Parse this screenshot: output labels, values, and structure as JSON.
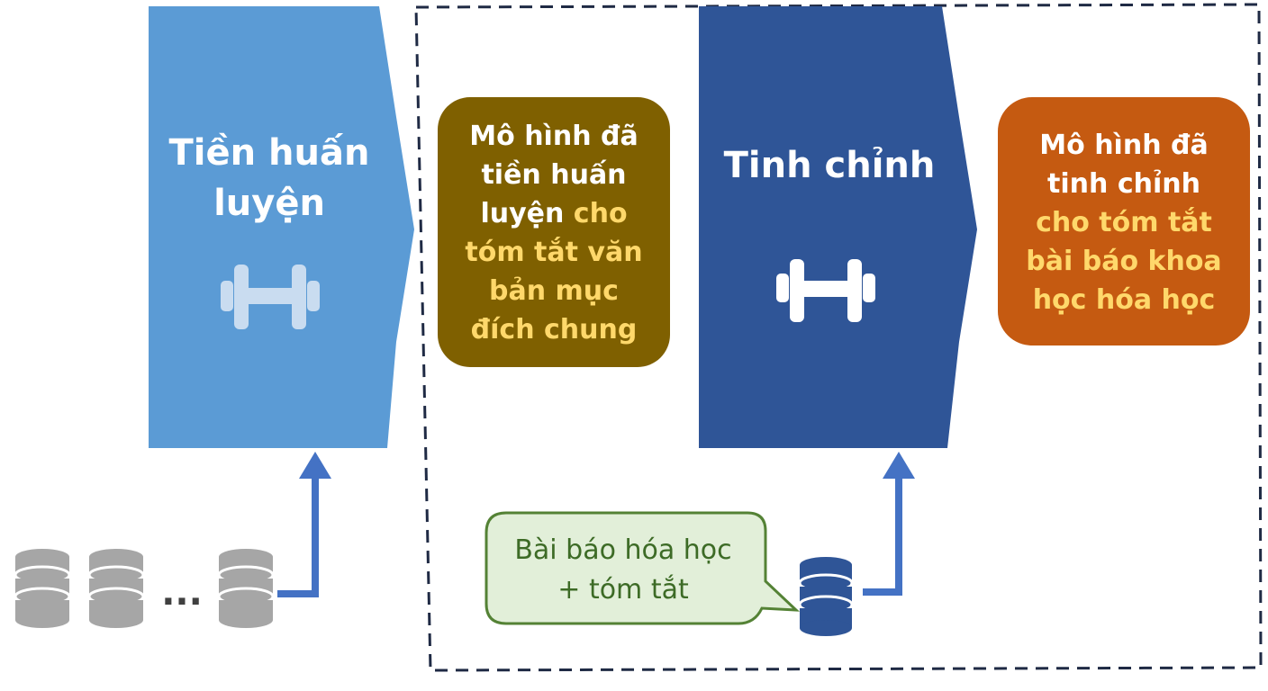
{
  "diagram": {
    "stages": {
      "pretraining": {
        "title_lines": [
          "Tiền huấn",
          "luyện"
        ],
        "icon": "dumbbell-icon",
        "color": "#5b9bd5"
      },
      "finetuning": {
        "title_lines": [
          "Tinh chỉnh"
        ],
        "icon": "dumbbell-icon",
        "color": "#2f5597"
      }
    },
    "models": {
      "pretrained": {
        "line1": "Mô hình đã",
        "line2": "tiền huấn",
        "line3_main": "luyện",
        "line3_accent": "cho",
        "line4": "tóm tắt văn",
        "line5": "bản mục",
        "line6": "đích chung",
        "color": "#7f6000",
        "accent_color": "#ffd86b"
      },
      "finetuned": {
        "line1": "Mô hình đã",
        "line2": "tinh chỉnh",
        "line3": "cho tóm tắt",
        "line4": "bài báo khoa",
        "line5": "học hóa học",
        "color": "#c55a11",
        "accent_color": "#ffd86b"
      }
    },
    "speech_bubble": {
      "line1": "Bài báo hóa học",
      "line2": "+ tóm tắt",
      "fill": "#e2efd9",
      "border": "#548235"
    },
    "datasets": {
      "ellipsis": "...",
      "general_color": "#a6a6a6",
      "chem_color": "#2f5597"
    },
    "arrow_color": "#4472c4"
  }
}
